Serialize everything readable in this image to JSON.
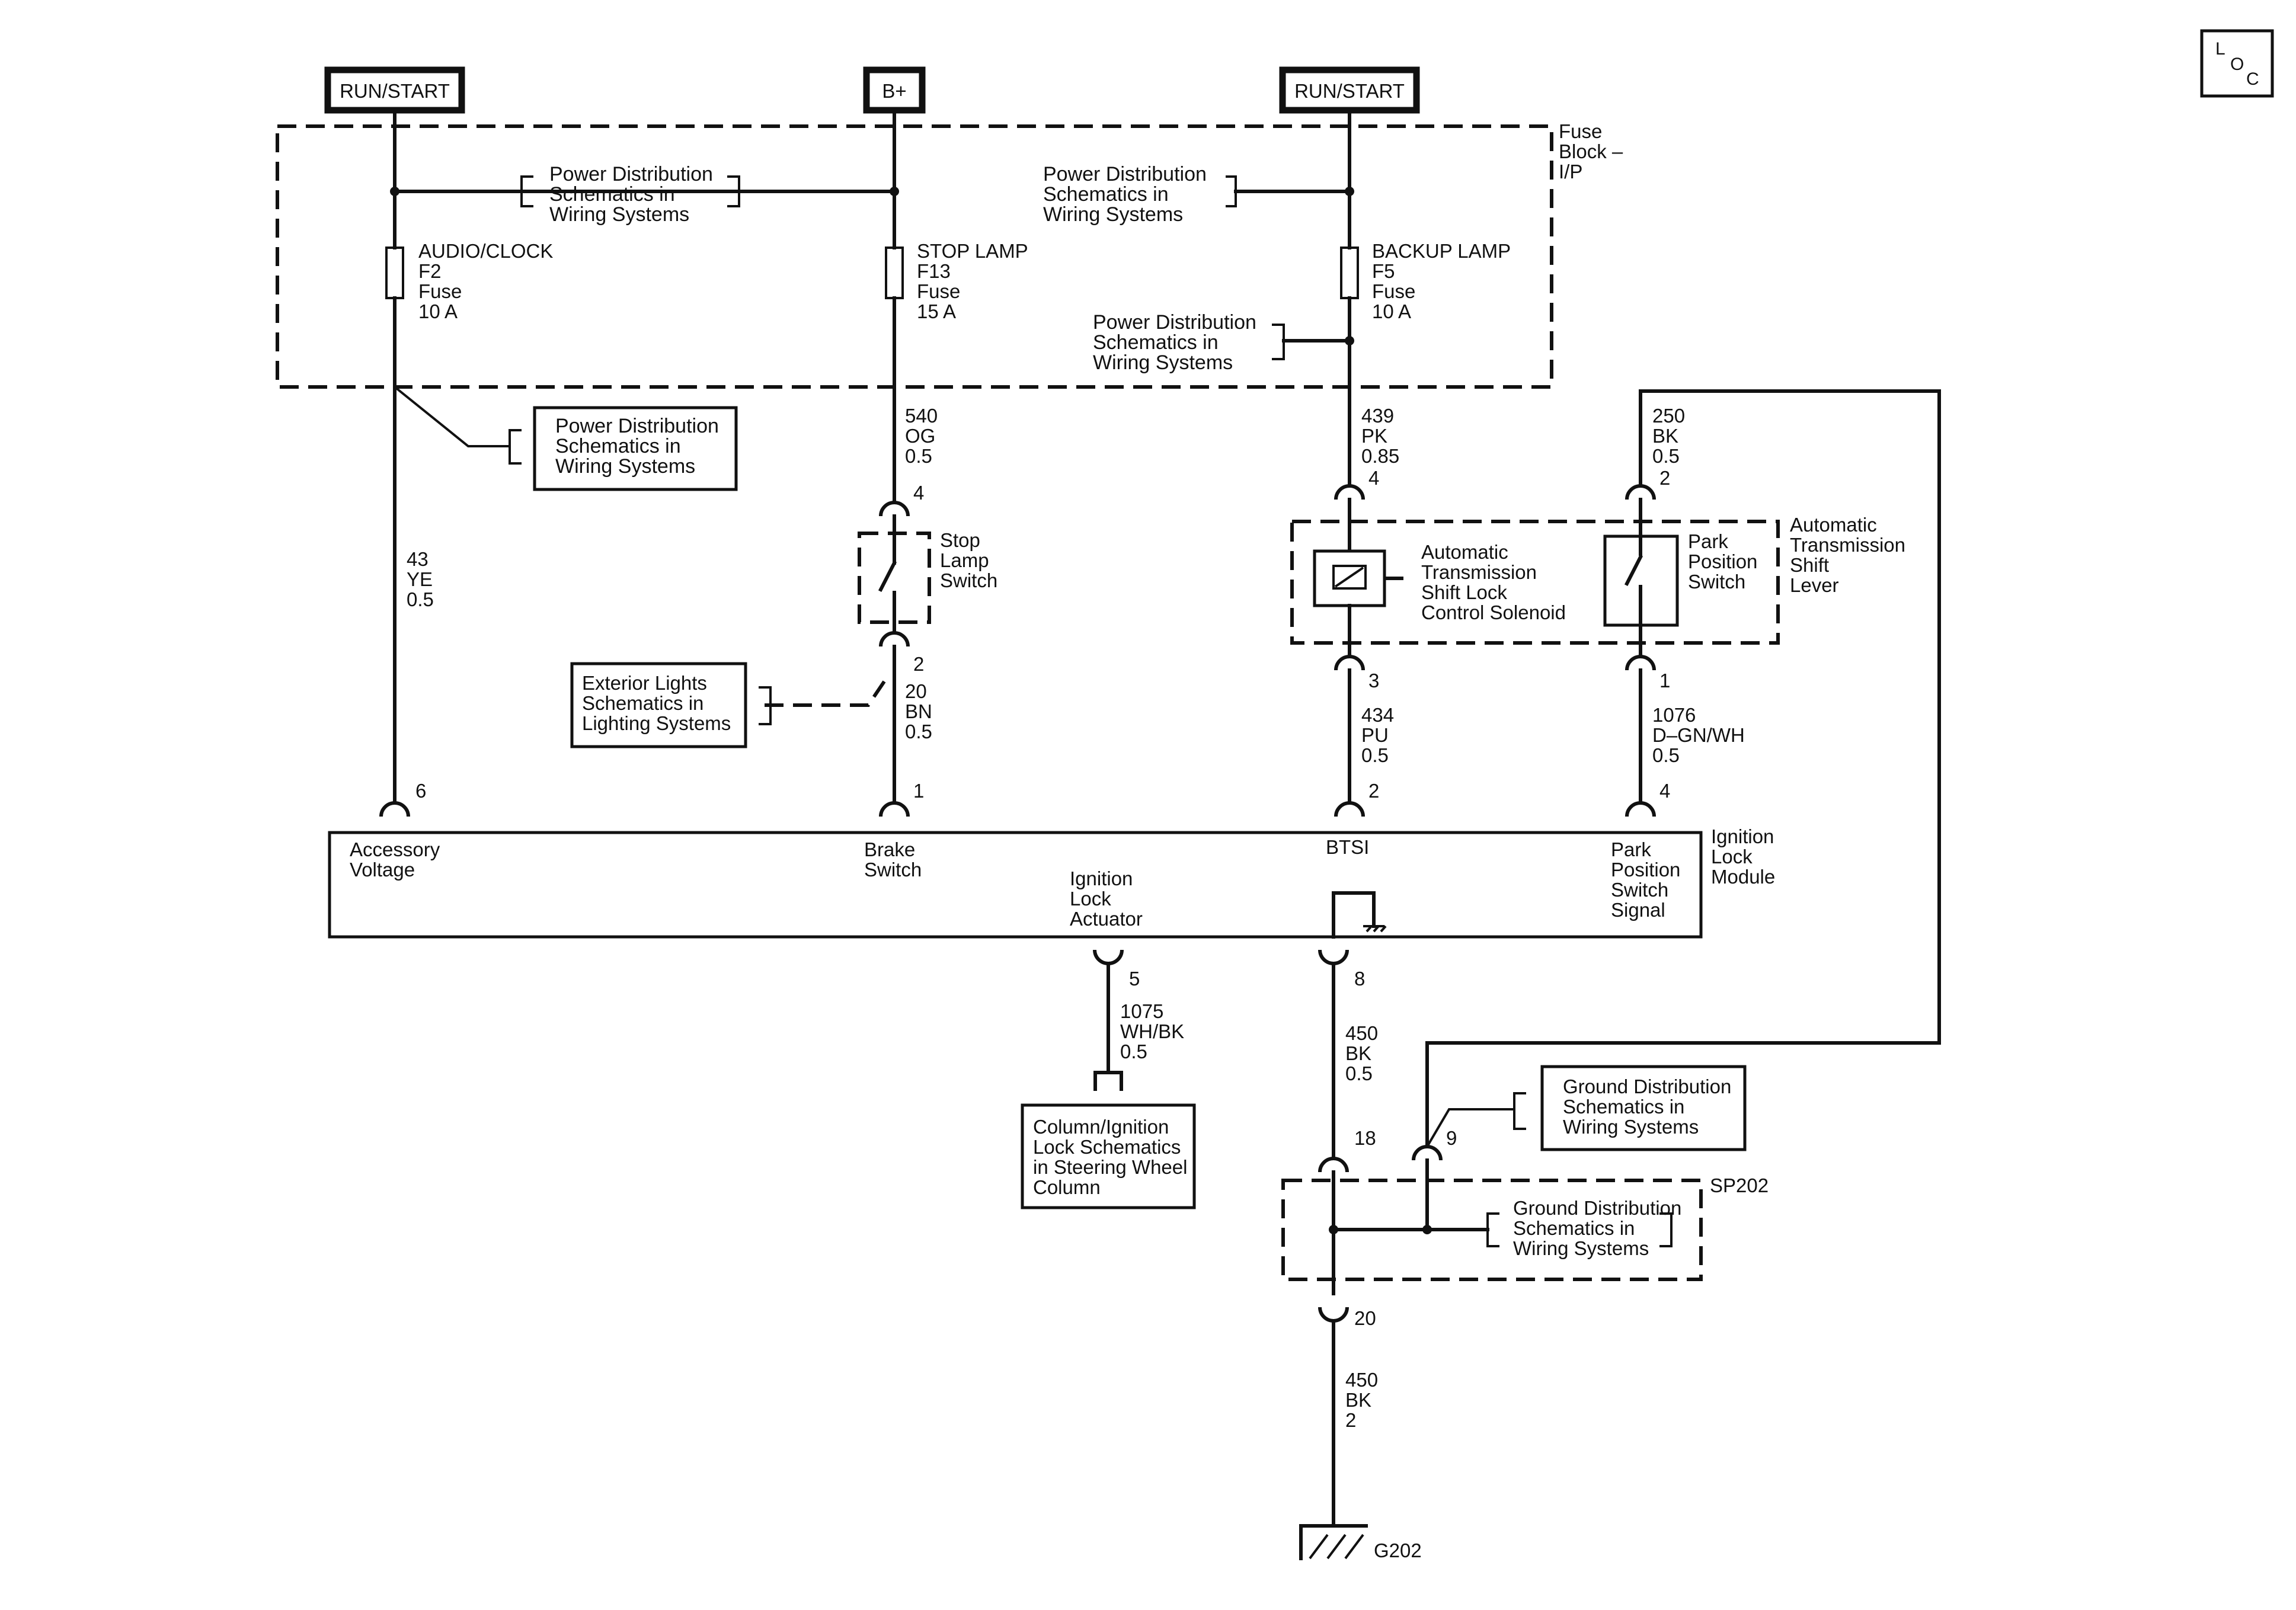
{
  "power_sources": {
    "left": "RUN/START",
    "middle": "B+",
    "right": "RUN/START"
  },
  "loc_label": [
    "L",
    "O",
    "C"
  ],
  "fuse_block_label": [
    "Fuse",
    "Block –",
    "I/P"
  ],
  "ref_power_dist": [
    "Power Distribution",
    "Schematics in",
    "Wiring Systems"
  ],
  "ref_exterior_lights": [
    "Exterior Lights",
    "Schematics in",
    "Lighting Systems"
  ],
  "ref_ground_dist": [
    "Ground Distribution",
    "Schematics in",
    "Wiring Systems"
  ],
  "ref_column": [
    "Column/Ignition",
    "Lock Schematics",
    "in Steering Wheel",
    "Column"
  ],
  "fuses": {
    "audio_clock": [
      "AUDIO/CLOCK",
      "F2",
      "Fuse",
      "10 A"
    ],
    "stop_lamp": [
      "STOP LAMP",
      "F13",
      "Fuse",
      "15 A"
    ],
    "backup_lamp": [
      "BACKUP LAMP",
      "F5",
      "Fuse",
      "10 A"
    ]
  },
  "wires": {
    "w43": [
      "43",
      "YE",
      "0.5"
    ],
    "w540": [
      "540",
      "OG",
      "0.5"
    ],
    "w20": [
      "20",
      "BN",
      "0.5"
    ],
    "w439": [
      "439",
      "PK",
      "0.85"
    ],
    "w434": [
      "434",
      "PU",
      "0.5"
    ],
    "w250": [
      "250",
      "BK",
      "0.5"
    ],
    "w1076": [
      "1076",
      "D–GN/WH",
      "0.5"
    ],
    "w1075": [
      "1075",
      "WH/BK",
      "0.5"
    ],
    "w450a": [
      "450",
      "BK",
      "0.5"
    ],
    "w450b": [
      "450",
      "BK",
      "2"
    ]
  },
  "pins": {
    "stop_in": "4",
    "stop_out": "2",
    "sol_in": "4",
    "sol_out": "3",
    "park_in": "2",
    "park_out": "1",
    "mod_acc": "6",
    "mod_brake": "1",
    "mod_btsi": "2",
    "mod_park": "4",
    "mod_act": "5",
    "mod_gnd": "8",
    "sp_in_a": "18",
    "sp_in_b": "9",
    "sp_out": "20"
  },
  "components": {
    "stop_lamp_switch": [
      "Stop",
      "Lamp",
      "Switch"
    ],
    "shift_solenoid": [
      "Automatic",
      "Transmission",
      "Shift Lock",
      "Control Solenoid"
    ],
    "park_position_switch": [
      "Park",
      "Position",
      "Switch"
    ],
    "shift_lever": [
      "Automatic",
      "Transmission",
      "Shift",
      "Lever"
    ],
    "module": [
      "Ignition",
      "Lock",
      "Module"
    ],
    "splice": "SP202",
    "ground": "G202"
  },
  "module_pins": {
    "accessory": [
      "Accessory",
      "Voltage"
    ],
    "brake": [
      "Brake",
      "Switch"
    ],
    "btsi": "BTSI",
    "park_signal": [
      "Park",
      "Position",
      "Switch",
      "Signal"
    ],
    "actuator": [
      "Ignition",
      "Lock",
      "Actuator"
    ]
  }
}
